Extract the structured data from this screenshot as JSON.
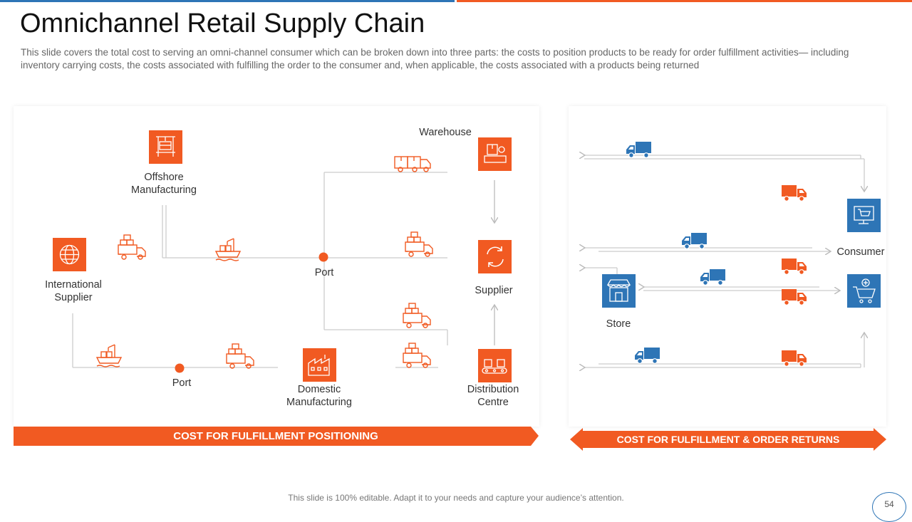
{
  "slide": {
    "title": "Omnichannel Retail Supply Chain",
    "subtitle": "This slide covers the total cost to serving an omni-channel consumer which can be broken down into three parts: the costs to position products to be ready for order fulfillment activities— including inventory carrying costs, the costs associated with fulfilling the order to the consumer and, when applicable, the costs associated with a products being returned",
    "footer": "This slide is 100% editable. Adapt it to your needs and capture your audience’s attention.",
    "page_number": "54"
  },
  "colors": {
    "orange": "#f15a22",
    "blue": "#2e75b6",
    "line": "#cccccc",
    "arrow": "#bbbbbb"
  },
  "left_diagram": {
    "nodes": {
      "offshore": {
        "line1": "Offshore",
        "line2": "Manufacturing",
        "icon": "crane-container-icon"
      },
      "international": {
        "line1": "International",
        "line2": "Supplier",
        "icon": "globe-icon"
      },
      "port_top": {
        "label": "Port"
      },
      "port_bottom": {
        "label": "Port"
      },
      "warehouse": {
        "label": "Warehouse",
        "icon": "package-scale-icon"
      },
      "supplier": {
        "label": "Supplier",
        "icon": "refresh-cycle-icon"
      },
      "domestic": {
        "line1": "Domestic",
        "line2": "Manufacturing",
        "icon": "factory-icon"
      },
      "distribution": {
        "line1": "Distribution",
        "line2": "Centre",
        "icon": "conveyor-boxes-icon"
      }
    },
    "banner": "COST FOR FULFILLMENT POSITIONING"
  },
  "right_diagram": {
    "nodes": {
      "consumer": {
        "label": "Consumer",
        "icon": "monitor-cart-icon"
      },
      "store": {
        "label": "Store",
        "icon": "storefront-icon"
      },
      "cart": {
        "icon": "shopping-cart-icon"
      }
    },
    "banner": "COST FOR FULFILLMENT & ORDER RETURNS"
  }
}
